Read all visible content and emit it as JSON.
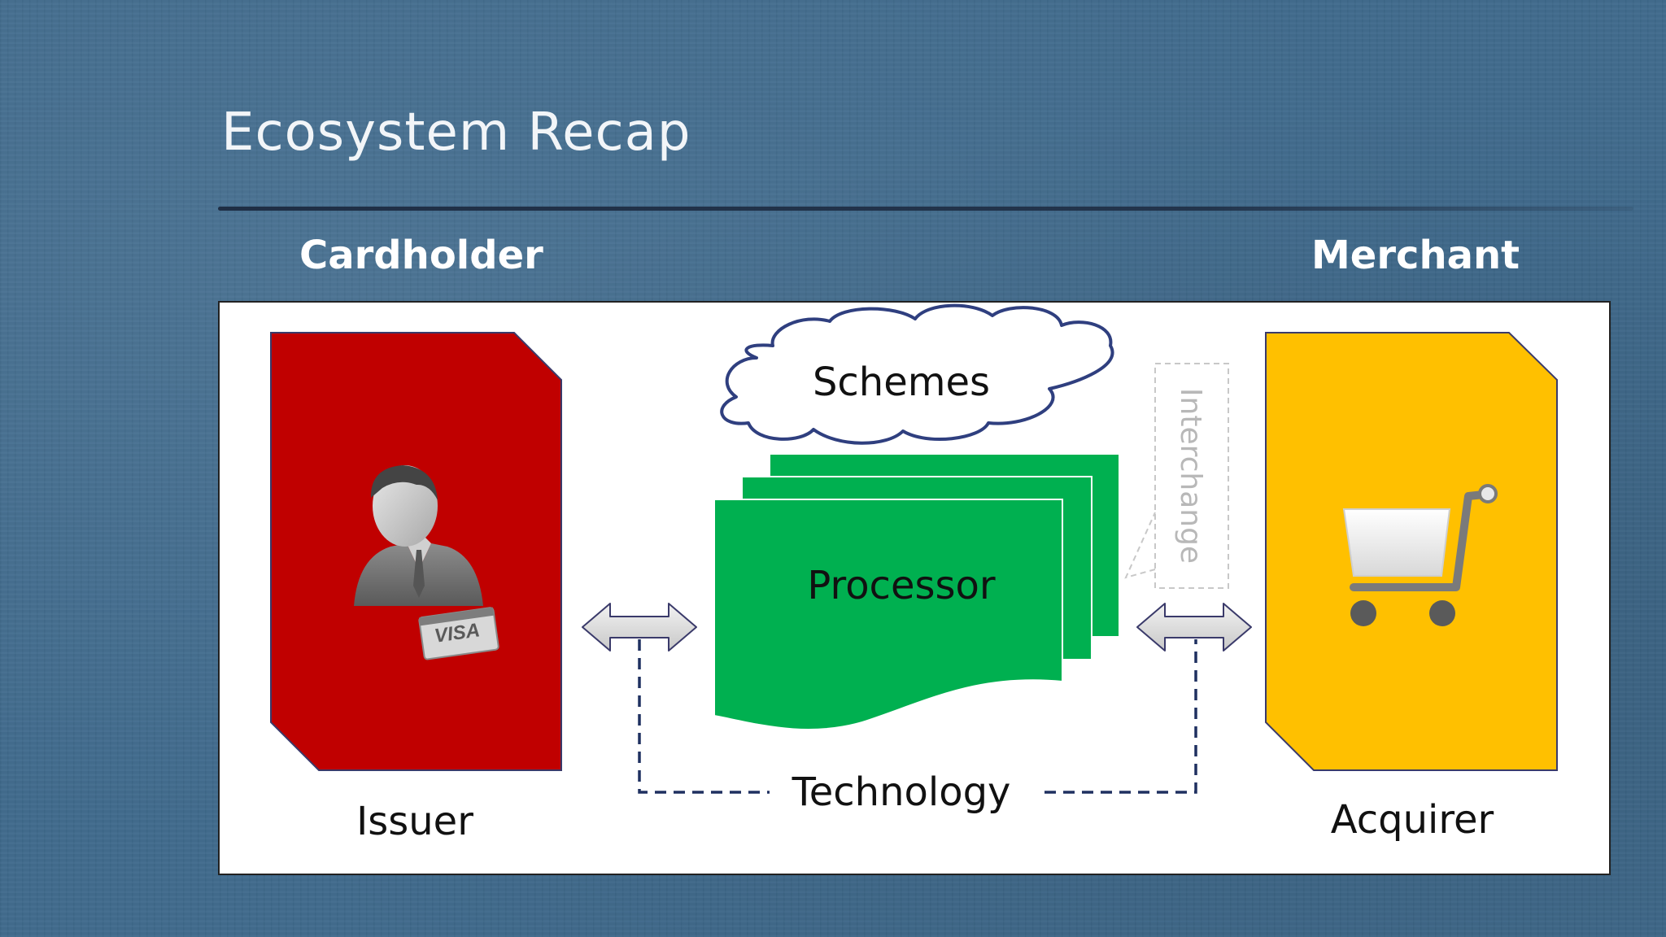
{
  "slide": {
    "title": "Ecosystem Recap",
    "left_header": "Cardholder",
    "right_header": "Merchant"
  },
  "diagram": {
    "issuer_label": "Issuer",
    "acquirer_label": "Acquirer",
    "schemes_label": "Schemes",
    "processor_label": "Processor",
    "interchange_label": "Interchange",
    "technology_label": "Technology",
    "card_text": "VISA",
    "colors": {
      "issuer": "#c00000",
      "processor": "#00b050",
      "acquirer": "#ffc000",
      "connector_dash": "#1f3060",
      "cloud_stroke": "#2f3f7f"
    },
    "icons": {
      "issuer": "person-with-card-icon",
      "acquirer": "shopping-cart-icon",
      "schemes": "cloud-shape",
      "processor": "stacked-documents-shape",
      "connectors": "double-arrow-icon"
    }
  }
}
